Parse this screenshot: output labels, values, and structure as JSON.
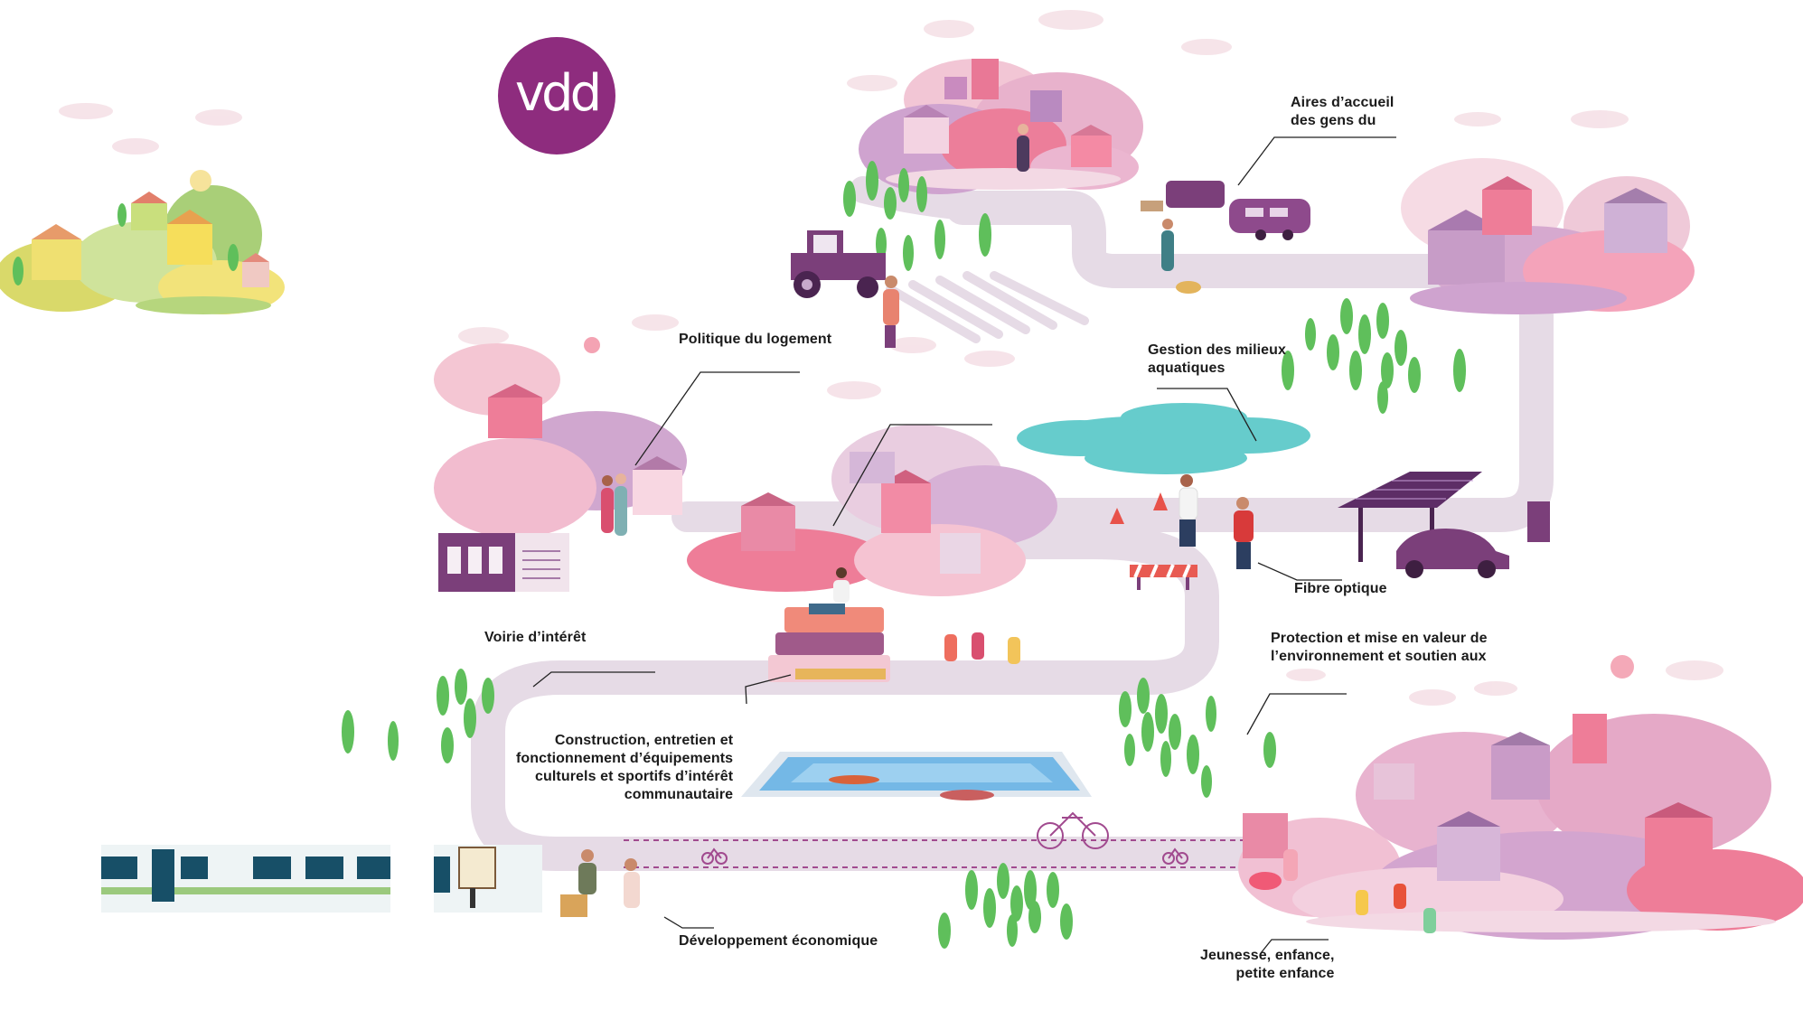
{
  "logo": {
    "text": "vdd",
    "color": "#8e2c7e"
  },
  "colors": {
    "road": "#e6dbe6",
    "pink": "#ee7d98",
    "lightpink": "#f4c6d3",
    "lavender": "#c9a7cf",
    "purple": "#7b3f7a",
    "tree": "#5fbf5b",
    "water": "#66cccc",
    "yellow": "#f3e06b",
    "green": "#8cc96b"
  },
  "labels": {
    "aires": [
      "Aires d’accueil",
      "des gens du"
    ],
    "logement": "Politique du logement",
    "aquatiques": [
      "Gestion des milieux",
      "aquatiques"
    ],
    "fibre": "Fibre optique",
    "voirie": "Voirie d’intérêt",
    "protection": [
      "Protection et mise en valeur de",
      "l’environnement et soutien aux"
    ],
    "construction": [
      "Construction, entretien et",
      "fonctionnement d’équipements",
      "culturels et sportifs d’intérêt",
      "communautaire"
    ],
    "developpement": "Développement économique",
    "jeunesse": [
      "Jeunesse, enfance,",
      "petite enfance"
    ]
  },
  "icons": [
    "tractor-icon",
    "caravan-icon",
    "solar-carport-icon",
    "electric-car-icon",
    "train-icon",
    "bicycle-icon",
    "swimming-pool-icon",
    "cloud-icon",
    "traffic-cone-icon",
    "books-icon",
    "trees-icon",
    "houses-icon",
    "sun-icon"
  ]
}
